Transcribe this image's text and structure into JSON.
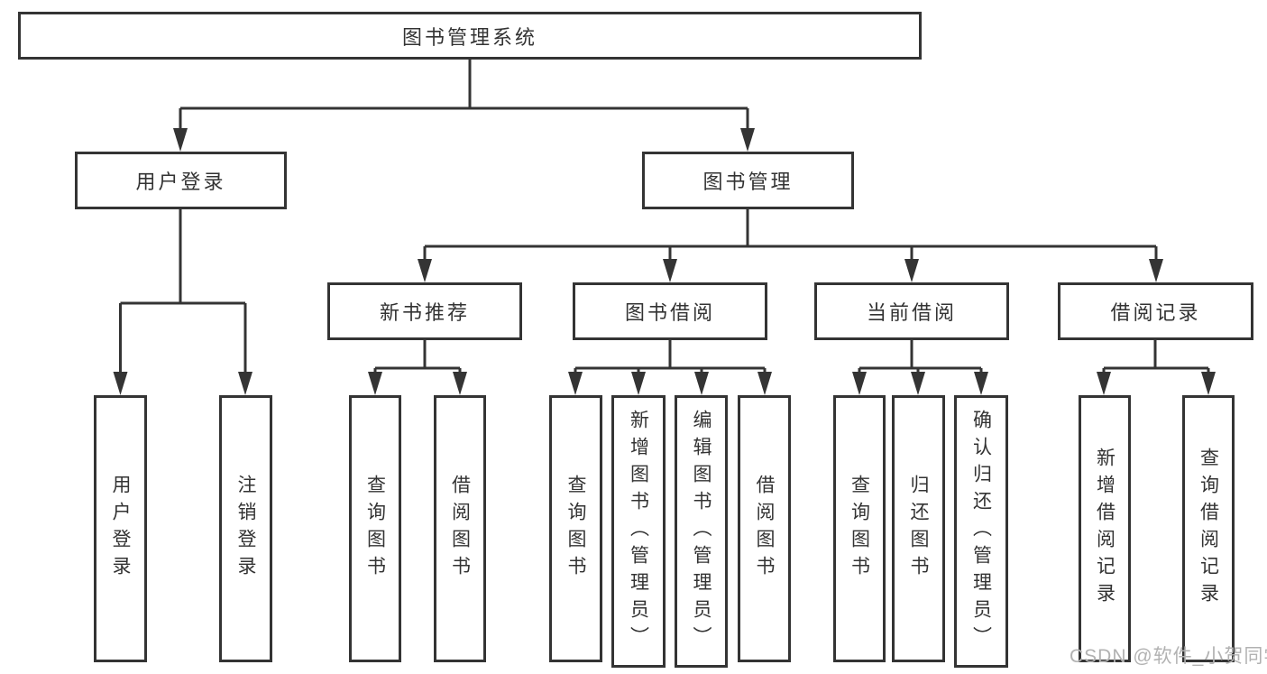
{
  "nodes": {
    "root": {
      "label": "图书管理系统"
    },
    "user_login": {
      "label": "用户登录"
    },
    "book_management": {
      "label": "图书管理"
    },
    "new_book_recommend": {
      "label": "新书推荐"
    },
    "book_borrowing": {
      "label": "图书借阅"
    },
    "current_borrowing": {
      "label": "当前借阅"
    },
    "borrowing_records": {
      "label": "借阅记录"
    },
    "ul_user_login": {
      "label": "用户登录"
    },
    "ul_logout": {
      "label": "注销登录"
    },
    "nbr_query_books": {
      "label": "查询图书"
    },
    "nbr_borrow_books": {
      "label": "借阅图书"
    },
    "bb_query_books": {
      "label": "查询图书"
    },
    "bb_add_books_admin": {
      "label": "新增图书（管理员）"
    },
    "bb_edit_books_admin": {
      "label": "编辑图书（管理员）"
    },
    "bb_borrow_books": {
      "label": "借阅图书"
    },
    "cb_query_books": {
      "label": "查询图书"
    },
    "cb_return_books": {
      "label": "归还图书"
    },
    "cb_confirm_return_admin": {
      "label": "确认归还（管理员）"
    },
    "br_add_record": {
      "label": "新增借阅记录"
    },
    "br_query_record": {
      "label": "查询借阅记录"
    }
  },
  "hierarchy": {
    "图书管理系统": {
      "用户登录": [
        "用户登录",
        "注销登录"
      ],
      "图书管理": {
        "新书推荐": [
          "查询图书",
          "借阅图书"
        ],
        "图书借阅": [
          "查询图书",
          "新增图书（管理员）",
          "编辑图书（管理员）",
          "借阅图书"
        ],
        "当前借阅": [
          "查询图书",
          "归还图书",
          "确认归还（管理员）"
        ],
        "借阅记录": [
          "新增借阅记录",
          "查询借阅记录"
        ]
      }
    }
  },
  "watermark": "CSDN @软件_小贺同学",
  "colors": {
    "line": "#343434",
    "text": "#333333",
    "background": "#ffffff",
    "watermark": "#b2b2b2"
  }
}
